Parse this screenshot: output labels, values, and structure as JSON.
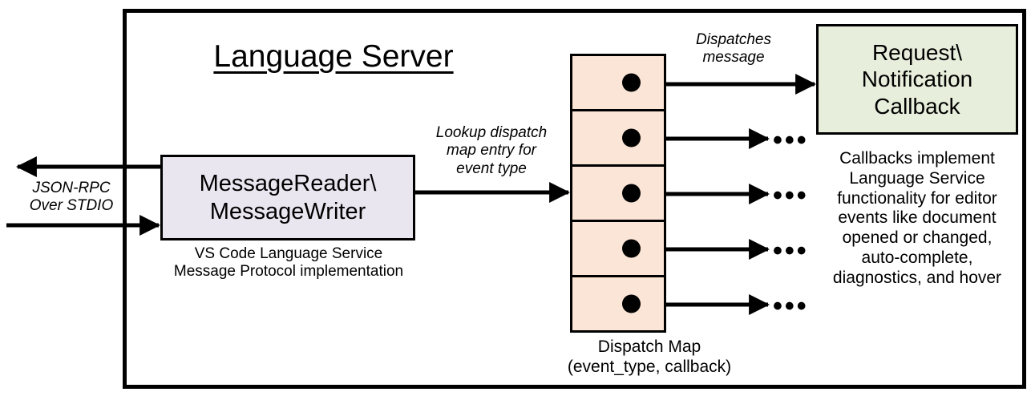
{
  "diagram": {
    "title": "Language Server",
    "frame_name": "language-server-boundary",
    "colors": {
      "reader_fill": "#EAE6F0",
      "dispatch_fill": "#FBE5D6",
      "callback_fill": "#E8EEDC",
      "stroke": "#000000",
      "background": "#FFFFFF"
    }
  },
  "reader": {
    "label": "MessageReader\\\nMessageWriter",
    "caption": "VS Code Language Service\nMessage Protocol implementation"
  },
  "transport": {
    "label": "JSON-RPC\nOver STDIO"
  },
  "lookup": {
    "label": "Lookup dispatch\nmap entry for\nevent type"
  },
  "dispatch_map": {
    "caption": "Dispatch Map\n(event_type, callback)",
    "cell_count": 5,
    "cells": [
      {
        "index": 1,
        "has_dot": true,
        "target": "callback-box"
      },
      {
        "index": 2,
        "has_dot": true,
        "target": "ellipsis"
      },
      {
        "index": 3,
        "has_dot": true,
        "target": "ellipsis"
      },
      {
        "index": 4,
        "has_dot": true,
        "target": "ellipsis"
      },
      {
        "index": 5,
        "has_dot": true,
        "target": "ellipsis"
      }
    ],
    "ellipsis_glyph": "•••"
  },
  "dispatches": {
    "label": "Dispatches\nmessage"
  },
  "callback": {
    "label": "Request\\\nNotification\nCallback",
    "caption": "Callbacks implement\nLanguage Service\nfunctionality for editor\nevents like document\nopened or changed,\nauto-complete,\ndiagnostics, and hover"
  }
}
